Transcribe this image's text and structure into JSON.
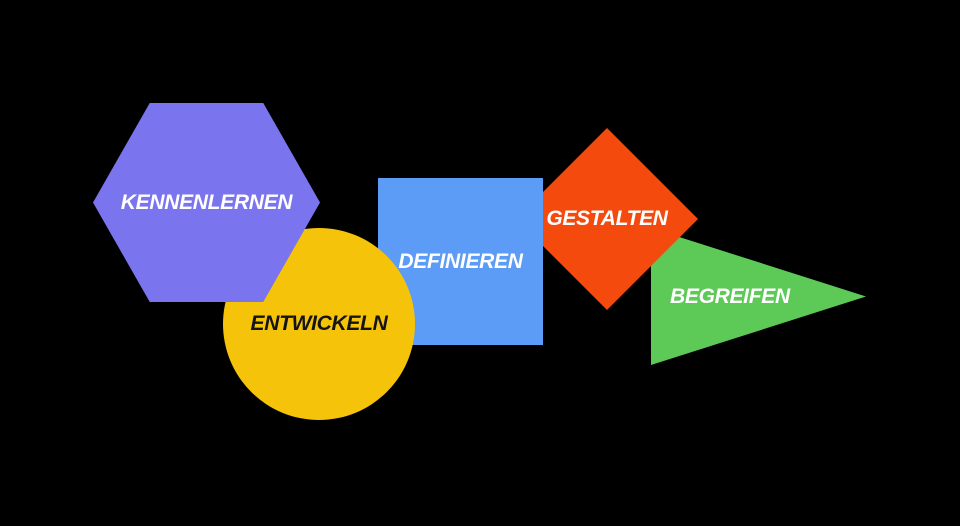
{
  "background_color": "#000000",
  "diagram": {
    "description": "process-steps-shape-diagram",
    "steps": [
      {
        "label": "KENNENLERNEN",
        "shape": "hexagon",
        "fill_color": "#7B74EF",
        "text_color": "#FFFFFF"
      },
      {
        "label": "ENTWICKELN",
        "shape": "circle",
        "fill_color": "#F5C40A",
        "text_color": "#141414"
      },
      {
        "label": "DEFINIEREN",
        "shape": "square",
        "fill_color": "#5C9CF6",
        "text_color": "#FFFFFF"
      },
      {
        "label": "GESTALTEN",
        "shape": "diamond",
        "fill_color": "#F44A0E",
        "text_color": "#FFFFFF"
      },
      {
        "label": "BEGREIFEN",
        "shape": "triangle",
        "fill_color": "#5DC956",
        "text_color": "#FFFFFF"
      }
    ]
  }
}
